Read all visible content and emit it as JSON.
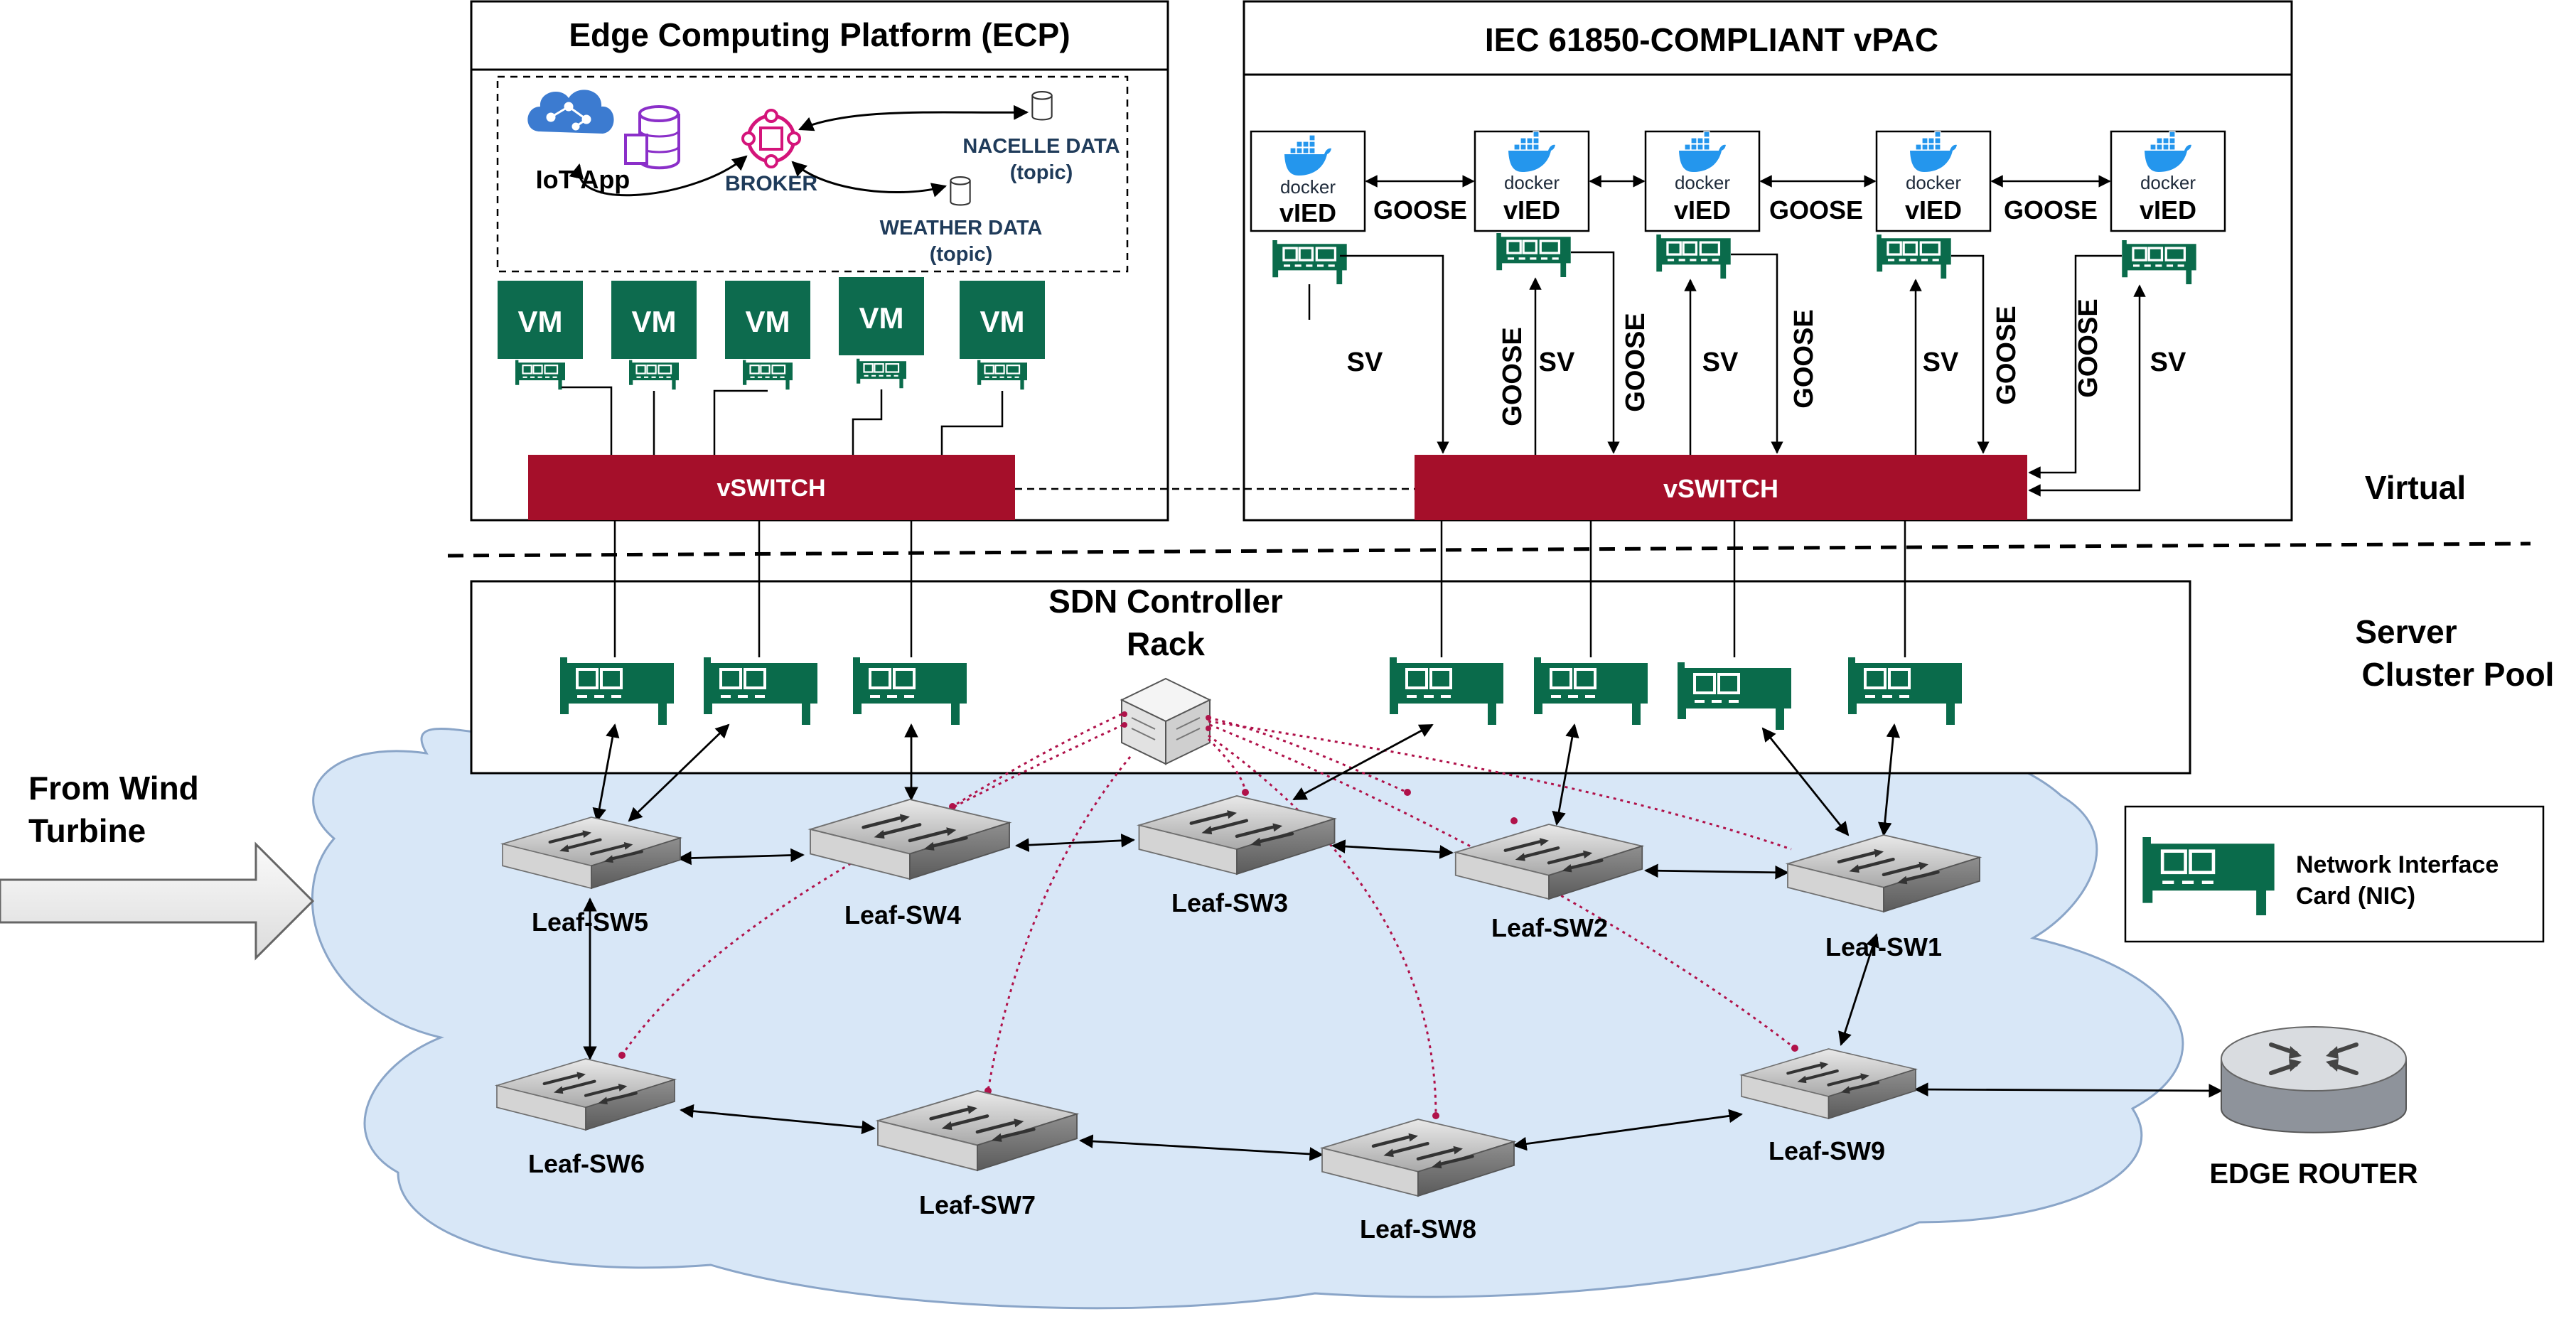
{
  "colors": {
    "nic": "#0a6b4b",
    "vswitch": "#a50f2a",
    "vm": "#0d6b4e",
    "cloud": "#d8e7f7",
    "cloud_stroke": "#8aa5c8",
    "sdn_link": "#b0124a",
    "docker": "#2496ed"
  },
  "ecp": {
    "title": "Edge Computing Platform (ECP)",
    "iot_app": "IoT App",
    "broker": "BROKER",
    "nacelle": "NACELLE DATA",
    "nacelle_topic": "(topic)",
    "weather": "WEATHER DATA",
    "weather_topic": "(topic)",
    "vm_label": "VM",
    "vswitch": "vSWITCH"
  },
  "vpac": {
    "title": "IEC 61850-COMPLIANT vPAC",
    "docker": "docker",
    "vied": "vIED",
    "goose": "GOOSE",
    "sv": "SV",
    "vswitch": "vSWITCH"
  },
  "layers": {
    "virtual": "Virtual",
    "server_line1": "Server",
    "server_line2": "Cluster Pool"
  },
  "sdn": {
    "line1": "SDN Controller",
    "line2": "Rack"
  },
  "wind": {
    "line1": "From Wind",
    "line2": "Turbine"
  },
  "legend": {
    "line1": "Network Interface",
    "line2": "Card (NIC)"
  },
  "router": "EDGE ROUTER",
  "switches": [
    "Leaf-SW1",
    "Leaf-SW2",
    "Leaf-SW3",
    "Leaf-SW4",
    "Leaf-SW5",
    "Leaf-SW6",
    "Leaf-SW7",
    "Leaf-SW8",
    "Leaf-SW9"
  ]
}
